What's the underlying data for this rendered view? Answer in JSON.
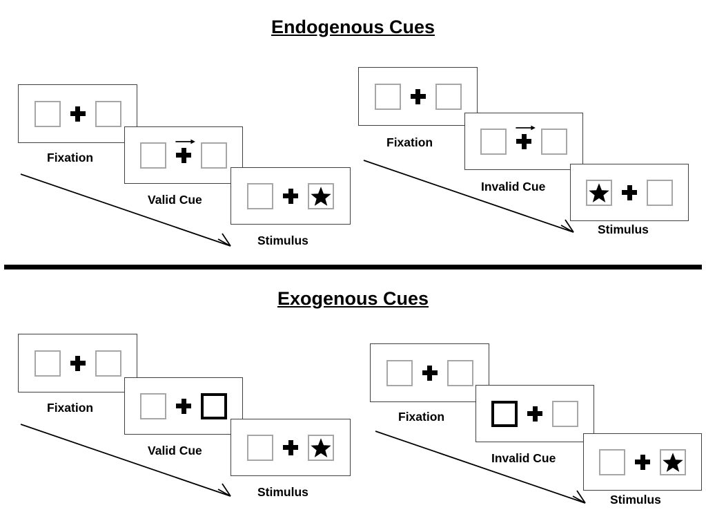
{
  "sections": [
    {
      "id": "endogenous",
      "title": "Endogenous Cues",
      "conditions": [
        {
          "id": "endogenous-valid",
          "stages": [
            {
              "label": "Fixation",
              "left_box": "empty",
              "right_box": "empty",
              "cue": "none"
            },
            {
              "label": "Valid Cue",
              "left_box": "empty",
              "right_box": "empty",
              "cue": "arrow-right"
            },
            {
              "label": "Stimulus",
              "left_box": "empty",
              "right_box": "star",
              "cue": "none"
            }
          ]
        },
        {
          "id": "endogenous-invalid",
          "stages": [
            {
              "label": "Fixation",
              "left_box": "empty",
              "right_box": "empty",
              "cue": "none"
            },
            {
              "label": "Invalid Cue",
              "left_box": "empty",
              "right_box": "empty",
              "cue": "arrow-right"
            },
            {
              "label": "Stimulus",
              "left_box": "star",
              "right_box": "empty",
              "cue": "none"
            }
          ]
        }
      ]
    },
    {
      "id": "exogenous",
      "title": "Exogenous Cues",
      "conditions": [
        {
          "id": "exogenous-valid",
          "stages": [
            {
              "label": "Fixation",
              "left_box": "empty",
              "right_box": "empty",
              "cue": "none"
            },
            {
              "label": "Valid Cue",
              "left_box": "empty",
              "right_box": "cued",
              "cue": "box-flash-right"
            },
            {
              "label": "Stimulus",
              "left_box": "empty",
              "right_box": "star",
              "cue": "none"
            }
          ]
        },
        {
          "id": "exogenous-invalid",
          "stages": [
            {
              "label": "Fixation",
              "left_box": "empty",
              "right_box": "empty",
              "cue": "none"
            },
            {
              "label": "Invalid Cue",
              "left_box": "cued",
              "right_box": "empty",
              "cue": "box-flash-left"
            },
            {
              "label": "Stimulus",
              "left_box": "empty",
              "right_box": "star",
              "cue": "none"
            }
          ]
        }
      ]
    }
  ],
  "icons": {
    "fixation_cross": "plus-icon",
    "star": "star-icon",
    "cue_arrow": "arrow-right-icon",
    "timeline": "timeline-arrow-icon"
  },
  "colors": {
    "box_border": "#a6a6a6",
    "cued_box_border": "#000000",
    "panel_border": "#3f3f3f",
    "ink": "#000000",
    "background": "#ffffff"
  }
}
